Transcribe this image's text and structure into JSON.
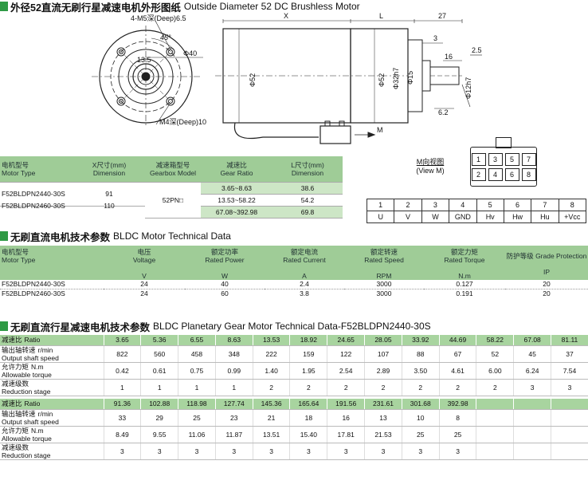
{
  "drawing": {
    "title_cn": "外径52直流无刷行星减速电机外形图纸",
    "title_en": "Outside Diameter 52 DC Brushless Motor",
    "labels": {
      "m5": "4-M5深(Deep)6.5",
      "angle": "45°",
      "d40": "Φ40",
      "d135": "13.5",
      "m4": "M4深(Deep)10",
      "x": "X",
      "l": "L",
      "d27": "27",
      "d3": "3",
      "d16": "16",
      "d25": "2.5",
      "d52a": "Φ52",
      "d52b": "Φ52",
      "d32h7": "Φ32h7",
      "d15": "Φ15",
      "d12h7": "Φ12h7",
      "d62": "6.2",
      "m": "M"
    },
    "view_m_cn": "M向视图",
    "view_m_en": "(View M)",
    "connector_pins": [
      "1",
      "2",
      "3",
      "4",
      "5",
      "6",
      "7",
      "8"
    ]
  },
  "dimension_table": {
    "headers": [
      {
        "cn": "电机型号",
        "en": "Motor Type"
      },
      {
        "cn": "X尺寸(mm)",
        "en": "Dimension"
      },
      {
        "cn": "减速箱型号",
        "en": "Gearbox Model"
      },
      {
        "cn": "减速比",
        "en": "Gear Ratio"
      },
      {
        "cn": "L尺寸(mm)",
        "en": "Dimension"
      }
    ],
    "rows": [
      {
        "motor": "F52BLDPN2440-30S",
        "x": "91"
      },
      {
        "motor": "F52BLDPN2460-30S",
        "x": "110"
      }
    ],
    "gearbox_model": "52PN□",
    "ratios": [
      {
        "ratio": "3.65~8.63",
        "l": "38.6"
      },
      {
        "ratio": "13.53~58.22",
        "l": "54.2"
      },
      {
        "ratio": "67.08~392.98",
        "l": "69.8"
      }
    ]
  },
  "pin_table": {
    "numbers": [
      "1",
      "2",
      "3",
      "4",
      "5",
      "6",
      "7",
      "8"
    ],
    "signals": [
      "U",
      "V",
      "W",
      "GND",
      "Hv",
      "Hw",
      "Hu",
      "+Vcc"
    ]
  },
  "motor_section": {
    "title_cn": "无刷直流电机技术参数",
    "title_en": "BLDC Motor Technical Data",
    "headers": [
      {
        "cn": "电机型号",
        "en": "Motor Type",
        "unit": ""
      },
      {
        "cn": "电压",
        "en": "Voltage",
        "unit": "V"
      },
      {
        "cn": "额定功率",
        "en": "Rated Power",
        "unit": "W"
      },
      {
        "cn": "额定电流",
        "en": "Rated Current",
        "unit": "A"
      },
      {
        "cn": "额定转速",
        "en": "Rated Speed",
        "unit": "RPM"
      },
      {
        "cn": "额定力矩",
        "en": "Rated Torque",
        "unit": "N.m"
      },
      {
        "cn": "防护等级",
        "en": "Grade Protection",
        "unit": "IP"
      }
    ],
    "rows": [
      [
        "F52BLDPN2440-30S",
        "24",
        "40",
        "2.4",
        "3000",
        "0.127",
        "20"
      ],
      [
        "F52BLDPN2460-30S",
        "24",
        "60",
        "3.8",
        "3000",
        "0.191",
        "20"
      ]
    ]
  },
  "gear_section": {
    "title_cn": "无刷直流行星减速电机技术参数",
    "title_en": "BLDC Planetary Gear Motor Technical Data-F52BLDPN2440-30S",
    "label_ratio_cn": "减速比",
    "label_ratio_en": "Ratio",
    "label_speed_cn": "输出轴转速",
    "label_speed_unit": "r/min",
    "label_speed_en": "Output shaft speed",
    "label_torque_cn": "允许力矩",
    "label_torque_unit": "N.m",
    "label_torque_en": "Allowable torque",
    "label_stage_cn": "减速级数",
    "label_stage_en": "Reduction stage",
    "block1": {
      "ratio": [
        "3.65",
        "5.36",
        "6.55",
        "8.63",
        "13.53",
        "18.92",
        "24.65",
        "28.05",
        "33.92",
        "44.69",
        "58.22",
        "67.08",
        "81.11"
      ],
      "speed": [
        "822",
        "560",
        "458",
        "348",
        "222",
        "159",
        "122",
        "107",
        "88",
        "67",
        "52",
        "45",
        "37"
      ],
      "torque": [
        "0.42",
        "0.61",
        "0.75",
        "0.99",
        "1.40",
        "1.95",
        "2.54",
        "2.89",
        "3.50",
        "4.61",
        "6.00",
        "6.24",
        "7.54"
      ],
      "stage": [
        "1",
        "1",
        "1",
        "1",
        "2",
        "2",
        "2",
        "2",
        "2",
        "2",
        "2",
        "3",
        "3"
      ]
    },
    "block2": {
      "ratio": [
        "91.36",
        "102.88",
        "118.98",
        "127.74",
        "145.36",
        "165.64",
        "191.56",
        "231.61",
        "301.68",
        "392.98",
        "",
        "",
        ""
      ],
      "speed": [
        "33",
        "29",
        "25",
        "23",
        "21",
        "18",
        "16",
        "13",
        "10",
        "8",
        "",
        "",
        ""
      ],
      "torque": [
        "8.49",
        "9.55",
        "11.06",
        "11.87",
        "13.51",
        "15.40",
        "17.81",
        "21.53",
        "25",
        "25",
        "",
        "",
        ""
      ],
      "stage": [
        "3",
        "3",
        "3",
        "3",
        "3",
        "3",
        "3",
        "3",
        "3",
        "3",
        "",
        "",
        ""
      ]
    }
  }
}
